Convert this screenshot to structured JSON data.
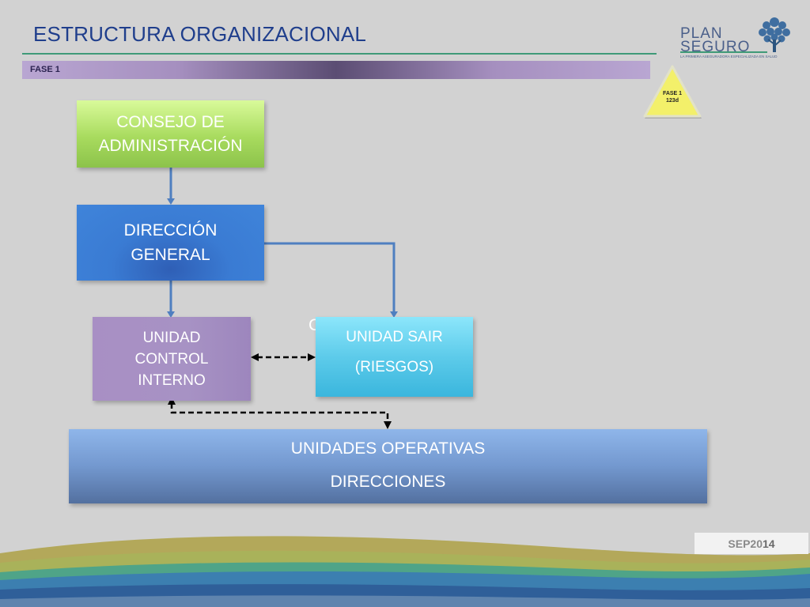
{
  "header": {
    "title": "ESTRUCTURA ORGANIZACIONAL",
    "phase_label": "FASE 1"
  },
  "logo": {
    "line1": "PLAN",
    "line2": "SEGURO",
    "tagline": "LA PRIMERA ASEGURADORA ESPECIALIZADA EN SALUD",
    "icon": "tree-icon"
  },
  "milestone": {
    "icon": "warning-triangle-icon",
    "line1": "FASE 1",
    "line2": "123d"
  },
  "org_chart": {
    "nodes": [
      {
        "id": "consejo",
        "lines": [
          "CONSEJO DE",
          "ADMINISTRACIÓN"
        ]
      },
      {
        "id": "direccion",
        "lines": [
          "DIRECCIÓN",
          "GENERAL"
        ]
      },
      {
        "id": "control",
        "lines": [
          "UNIDAD",
          "CONTROL",
          "INTERNO"
        ]
      },
      {
        "id": "sair",
        "lines": [
          "UNIDAD SAIR",
          "(RIESGOS)"
        ]
      },
      {
        "id": "operativas",
        "lines": [
          "UNIDADES OPERATIVAS",
          "DIRECCIONES"
        ]
      }
    ],
    "edges": [
      {
        "from": "consejo",
        "to": "direccion",
        "style": "solid"
      },
      {
        "from": "direccion",
        "to": "control",
        "style": "solid"
      },
      {
        "from": "direccion",
        "to": "sair",
        "style": "solid"
      },
      {
        "from": "control",
        "to": "sair",
        "style": "dashed-bidirectional"
      },
      {
        "from": "control",
        "to": "operativas",
        "style": "dashed-bidirectional"
      }
    ],
    "stray_glyph": "C"
  },
  "footer": {
    "date_prefix": "SEP",
    "date_year_a": "20",
    "date_year_b": "14"
  },
  "colors": {
    "title": "#1f3e8c",
    "consejo": "#a8db5e",
    "direccion": "#3a7bd3",
    "control": "#a792c4",
    "sair": "#5dcbea",
    "operativas": "#7398cf",
    "solid_connector": "#4f7fc0",
    "dashed_connector": "#000000"
  }
}
